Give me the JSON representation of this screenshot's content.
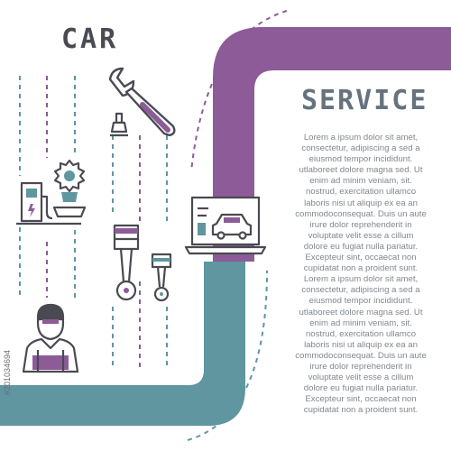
{
  "banner": {
    "title_left": "CAR",
    "title_right": "SERVICE",
    "body_text": "Lorem a ipsum dolor sit amet, consectetur, adipiscing a sed a eiusmod tempor incididunt. utlaboreet dolore magna sed. Ut enim ad minim veniam, sit. nostrud, exercitation ullamco laboris nisi ut aliquip ex ea an commodoconsequat. Duis un aute irure dolor reprehenderit in voluptate velit esse a cillum dolore eu fugiat nulla pariatur. Excepteur sint, occaecat non cupidatat non a proident sunt. Lorem a ipsum dolor sit amet, consectetur, adipiscing a sed a eiusmod tempor incididunt. utlaboreet dolore magna sed. Ut enim ad minim veniam, sit. nostrud, exercitation ullamco laboris nisi ut aliquip ex ea an commodoconsequat. Duis un aute irure dolor reprehenderit in voluptate velit esse a cillum dolore eu fugiat nulla pariatur. Excepteur sint, occaecat non cupidatat non a proident sunt.",
    "watermark_id": "#201034694"
  },
  "icons": [
    "wrench-icon",
    "charging-station-icon",
    "award-medal-icon",
    "car-laptop-icon",
    "engine-piston-icon",
    "small-piston-icon",
    "mechanic-worker-icon",
    "spark-plug-icon"
  ],
  "colors": {
    "purple": "#8d5b98",
    "teal": "#5f96a0",
    "dark": "#4a4a52",
    "text": "#808890"
  }
}
